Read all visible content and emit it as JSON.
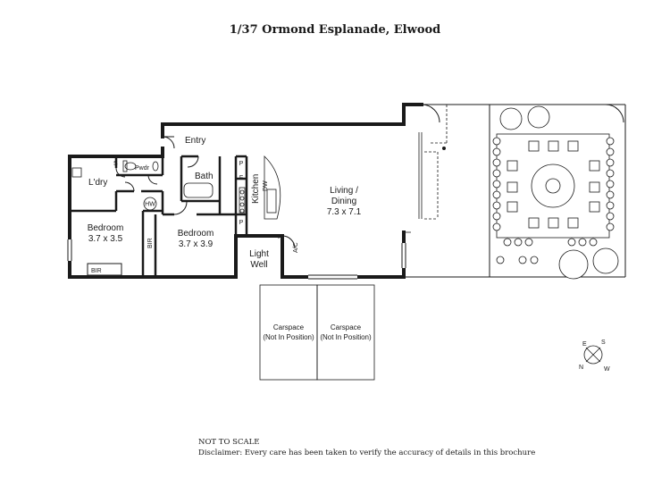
{
  "title": "1/37 Ormond Esplanade, Elwood",
  "rooms": {
    "entry": "Entry",
    "laundry": "L'dry",
    "pwdr": "Pwdr",
    "s": "S",
    "hw": "HW",
    "bath": "Bath",
    "kitchen": "Kitchen",
    "dw": "DW",
    "p1": "P",
    "f": "F",
    "p2": "P",
    "living_line1": "Living /",
    "living_line2": "Dining",
    "living_dims": "7.3 x 7.1",
    "bed1_name": "Bedroom",
    "bed1_dims": "3.7 x 3.5",
    "bed2_name": "Bedroom",
    "bed2_dims": "3.7 x 3.9",
    "bir_vertical": "BIR",
    "bir_bottom": "BIR",
    "light_well_1": "Light",
    "light_well_2": "Well",
    "ac": "A/C"
  },
  "carspaces": [
    {
      "label": "Carspace",
      "note": "(Not In Position)"
    },
    {
      "label": "Carspace",
      "note": "(Not In Position)"
    }
  ],
  "compass": {
    "e": "E",
    "s": "S",
    "n": "N",
    "w": "W"
  },
  "footer": {
    "not_to_scale": "NOT TO SCALE",
    "disclaimer": "Disclaimer: Every care has been taken to verify the accuracy of details in this brochure"
  }
}
